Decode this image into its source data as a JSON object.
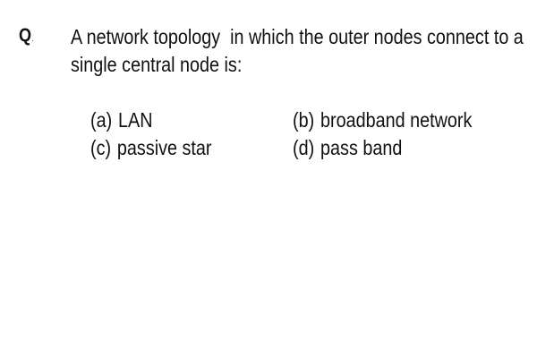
{
  "question": {
    "marker": "Q",
    "marker_suffix": ".",
    "line1": "A network topology  in which the outer nodes connect to a",
    "line2": "single central node is:"
  },
  "options": [
    {
      "letter": "(a)",
      "text": "LAN"
    },
    {
      "letter": "(b)",
      "text": "broadband network"
    },
    {
      "letter": "(c)",
      "text": "passive star"
    },
    {
      "letter": "(d)",
      "text": "pass band"
    }
  ]
}
